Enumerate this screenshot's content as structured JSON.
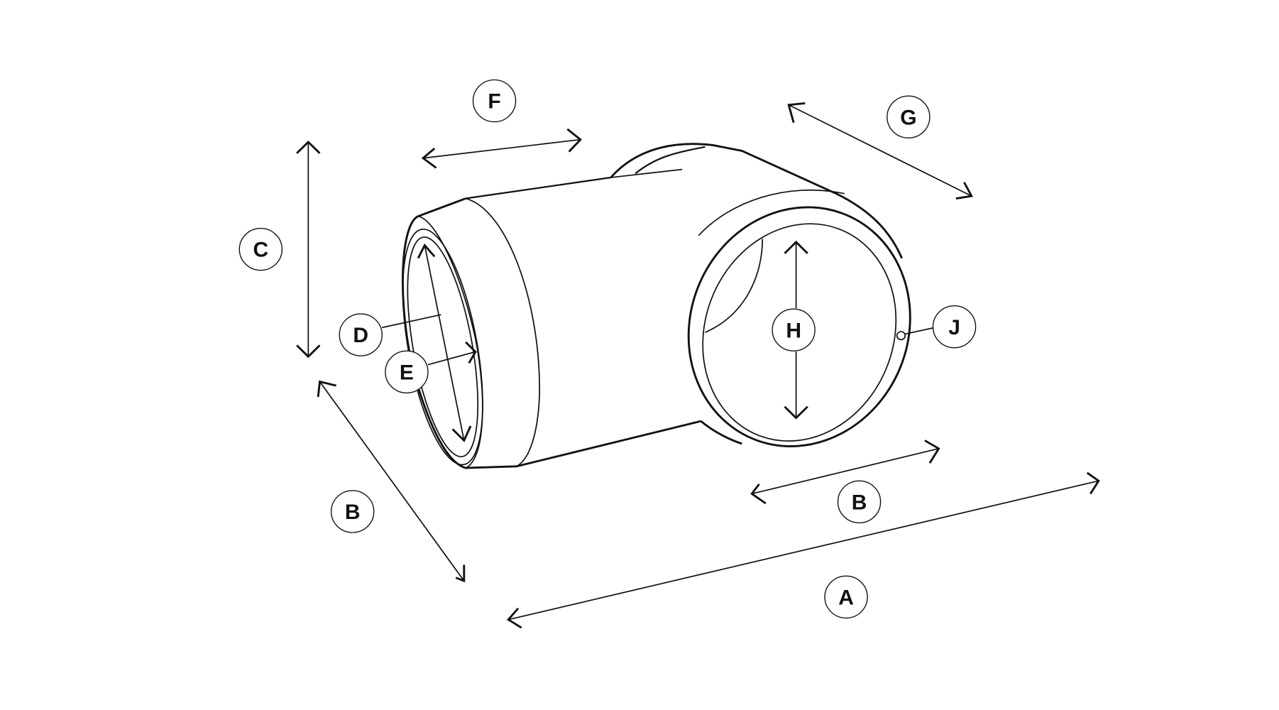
{
  "diagram": {
    "title": "Pipe tee fitting dimensions",
    "labels": {
      "A": "A",
      "B1": "B",
      "B2": "B",
      "C": "C",
      "D": "D",
      "E": "E",
      "F": "F",
      "G": "G",
      "H": "H",
      "J": "J"
    },
    "colors": {
      "line": "#111111",
      "background": "#ffffff"
    }
  }
}
